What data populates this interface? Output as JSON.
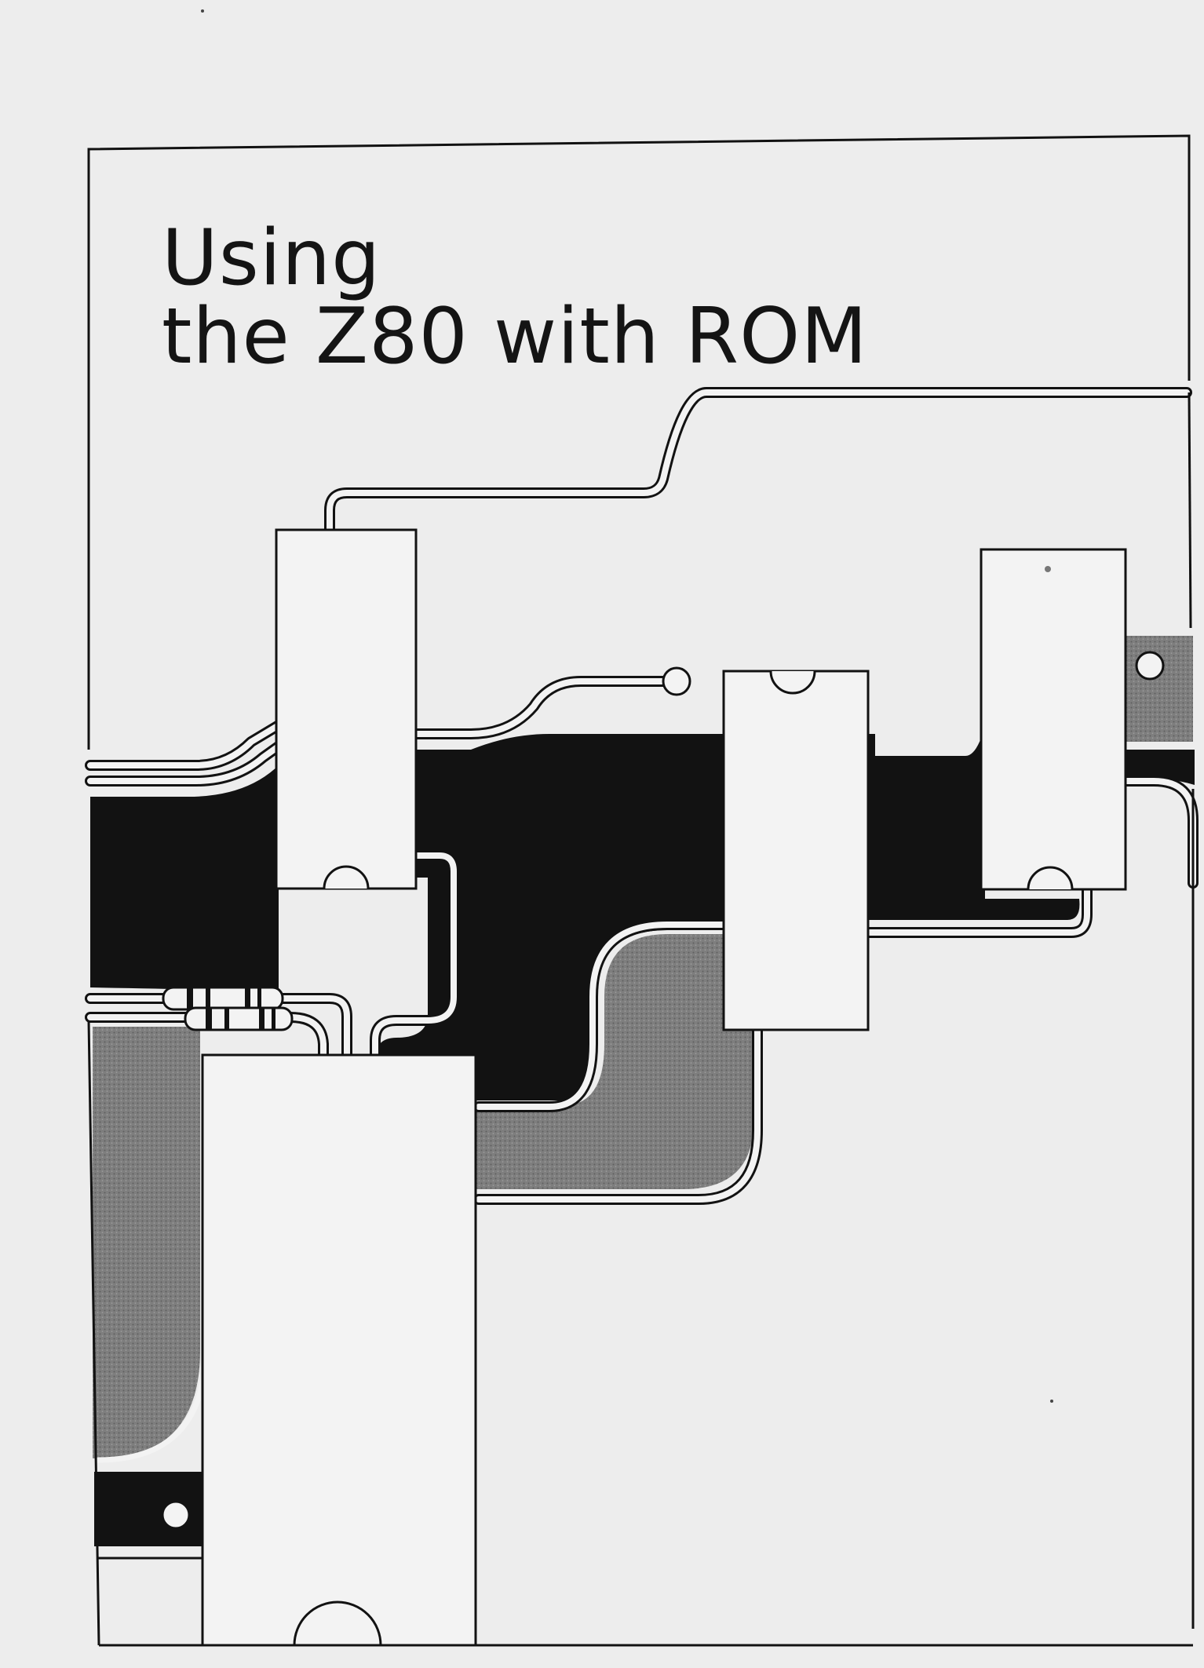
{
  "cover": {
    "title_line_1": "Using",
    "title_line_2": "the Z80 with ROM"
  },
  "illustration": {
    "subject": "printed circuit board with integrated circuit chips, resistors and traces",
    "colors": {
      "ink": "#121212",
      "copper_fill": "#7e7e7e",
      "paper": "#ededed",
      "chip_body": "#f3f3f3"
    }
  }
}
